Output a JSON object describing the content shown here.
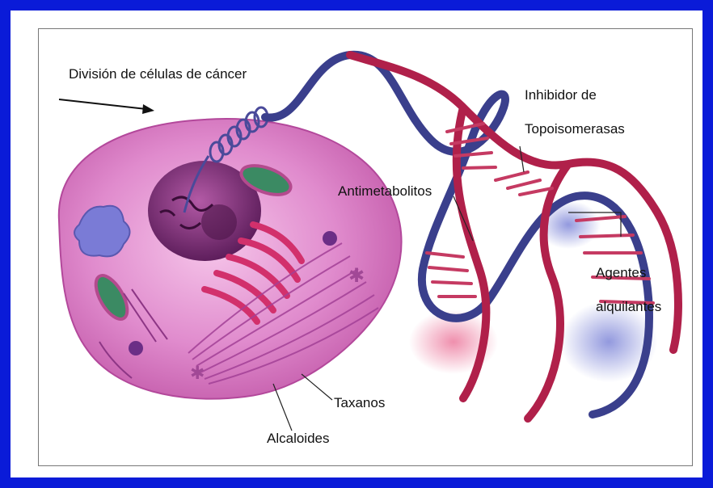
{
  "labels": {
    "division": "División de células de cáncer",
    "inhibidor_line1": "Inhibidor de",
    "inhibidor_line2": "Topoisomerasas",
    "antimetabolitos": "Antimetabolitos",
    "agentes_line1": "Agentes",
    "agentes_line2": "alquilantes",
    "taxanos": "Taxanos",
    "alcaloides": "Alcaloides"
  },
  "colors": {
    "border_blue": "#0a1bd8",
    "cell_pink": "#d977c0",
    "nucleus_purple": "#6a2468",
    "dna_red": "#b0204a",
    "dna_blue": "#3a3f8c"
  }
}
